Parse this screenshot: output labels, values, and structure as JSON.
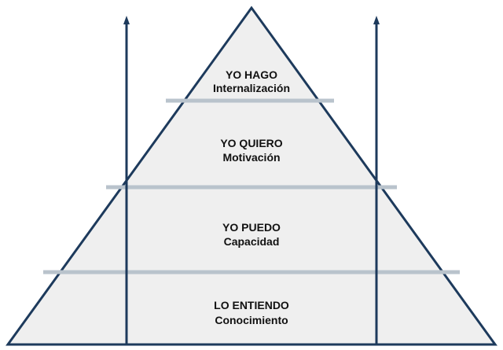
{
  "colors": {
    "background": "#ffffff",
    "pyramid_fill": "#efefef",
    "pyramid_outline": "#1d3a5c",
    "level_divider": "#b9c3cc",
    "arrow": "#1d3a5c",
    "text": "#111111"
  },
  "pyramid": {
    "levels": [
      {
        "title": "YO HAGO",
        "subtitle": "Internalización"
      },
      {
        "title": "YO QUIERO",
        "subtitle": "Motivación"
      },
      {
        "title": "YO PUEDO",
        "subtitle": "Capacidad"
      },
      {
        "title": "LO ENTIENDO",
        "subtitle": "Conocimiento"
      }
    ]
  },
  "arrows": [
    {
      "direction": "up",
      "icon": "arrow-up-icon"
    },
    {
      "direction": "up",
      "icon": "arrow-up-icon"
    }
  ]
}
